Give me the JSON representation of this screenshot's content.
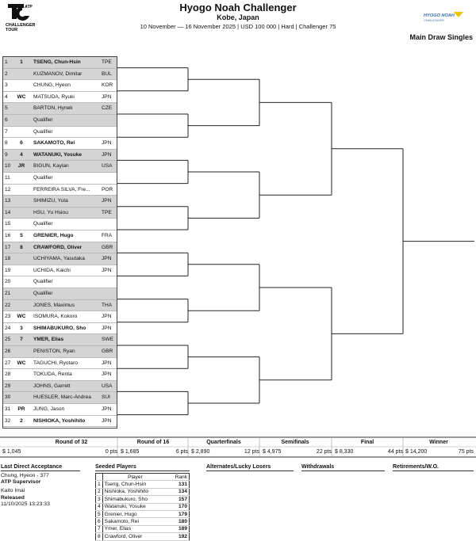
{
  "header": {
    "title": "Hyogo Noah Challenger",
    "city": "Kobe, Japan",
    "info": "10 November — 16 November 2025 | USD 100 000 | Hard | Challenger 75",
    "logo_text": "ATP CHALLENGER TOUR",
    "sponsor_text": "HYOGO NOAH CHALLENGER",
    "draw_type": "Main Draw Singles"
  },
  "draw": [
    {
      "n": "1",
      "tag": "1",
      "name": "TSENG, Chun-Hsin",
      "c": "TPE",
      "bold": true,
      "shade": true
    },
    {
      "n": "2",
      "tag": "",
      "name": "KUZMANOV, Dimitar",
      "c": "BUL",
      "bold": false,
      "shade": true
    },
    {
      "n": "3",
      "tag": "",
      "name": "CHUNG, Hyeon",
      "c": "KOR",
      "bold": false,
      "shade": false
    },
    {
      "n": "4",
      "tag": "WC",
      "name": "MATSUDA, Ryuki",
      "c": "JPN",
      "bold": false,
      "shade": false
    },
    {
      "n": "5",
      "tag": "",
      "name": "BARTON, Hynek",
      "c": "CZE",
      "bold": false,
      "shade": true
    },
    {
      "n": "6",
      "tag": "",
      "name": "Qualifier",
      "c": "",
      "bold": false,
      "shade": true
    },
    {
      "n": "7",
      "tag": "",
      "name": "Qualifier",
      "c": "",
      "bold": false,
      "shade": false
    },
    {
      "n": "8",
      "tag": "6",
      "name": "SAKAMOTO, Rei",
      "c": "JPN",
      "bold": true,
      "shade": false
    },
    {
      "n": "9",
      "tag": "4",
      "name": "WATANUKI, Yosuke",
      "c": "JPN",
      "bold": true,
      "shade": true
    },
    {
      "n": "10",
      "tag": "JR",
      "name": "BIGUN, Kaylan",
      "c": "USA",
      "bold": false,
      "shade": true
    },
    {
      "n": "11",
      "tag": "",
      "name": "Qualifier",
      "c": "",
      "bold": false,
      "shade": false
    },
    {
      "n": "12",
      "tag": "",
      "name": "FERREIRA SILVA, Fre...",
      "c": "POR",
      "bold": false,
      "shade": false
    },
    {
      "n": "13",
      "tag": "",
      "name": "SHIMIZU, Yuta",
      "c": "JPN",
      "bold": false,
      "shade": true
    },
    {
      "n": "14",
      "tag": "",
      "name": "HSU, Yu Hsiou",
      "c": "TPE",
      "bold": false,
      "shade": true
    },
    {
      "n": "15",
      "tag": "",
      "name": "Qualifier",
      "c": "",
      "bold": false,
      "shade": false
    },
    {
      "n": "16",
      "tag": "5",
      "name": "GRENIER, Hugo",
      "c": "FRA",
      "bold": true,
      "shade": false
    },
    {
      "n": "17",
      "tag": "8",
      "name": "CRAWFORD, Oliver",
      "c": "GBR",
      "bold": true,
      "shade": true
    },
    {
      "n": "18",
      "tag": "",
      "name": "UCHIYAMA, Yasutaka",
      "c": "JPN",
      "bold": false,
      "shade": true
    },
    {
      "n": "19",
      "tag": "",
      "name": "UCHIDA, Kaichi",
      "c": "JPN",
      "bold": false,
      "shade": false
    },
    {
      "n": "20",
      "tag": "",
      "name": "Qualifier",
      "c": "",
      "bold": false,
      "shade": false
    },
    {
      "n": "21",
      "tag": "",
      "name": "Qualifier",
      "c": "",
      "bold": false,
      "shade": true
    },
    {
      "n": "22",
      "tag": "",
      "name": "JONES, Maximus",
      "c": "THA",
      "bold": false,
      "shade": true
    },
    {
      "n": "23",
      "tag": "WC",
      "name": "ISOMURA, Kokoro",
      "c": "JPN",
      "bold": false,
      "shade": false
    },
    {
      "n": "24",
      "tag": "3",
      "name": "SHIMABUKURO, Sho",
      "c": "JPN",
      "bold": true,
      "shade": false
    },
    {
      "n": "25",
      "tag": "7",
      "name": "YMER, Elias",
      "c": "SWE",
      "bold": true,
      "shade": true
    },
    {
      "n": "26",
      "tag": "",
      "name": "PENISTON, Ryan",
      "c": "GBR",
      "bold": false,
      "shade": true
    },
    {
      "n": "27",
      "tag": "WC",
      "name": "TAGUCHI, Ryotaro",
      "c": "JPN",
      "bold": false,
      "shade": false
    },
    {
      "n": "28",
      "tag": "",
      "name": "TOKUDA, Renta",
      "c": "JPN",
      "bold": false,
      "shade": false
    },
    {
      "n": "29",
      "tag": "",
      "name": "JOHNS, Garrett",
      "c": "USA",
      "bold": false,
      "shade": true
    },
    {
      "n": "30",
      "tag": "",
      "name": "HUESLER, Marc-Andrea",
      "c": "SUI",
      "bold": false,
      "shade": true
    },
    {
      "n": "31",
      "tag": "PR",
      "name": "JUNG, Jason",
      "c": "JPN",
      "bold": false,
      "shade": false
    },
    {
      "n": "32",
      "tag": "2",
      "name": "NISHIOKA, Yoshihito",
      "c": "JPN",
      "bold": true,
      "shade": false
    }
  ],
  "rounds": [
    {
      "label": "Round of 32",
      "money": "$ 1,045",
      "pts": "0 pts"
    },
    {
      "label": "Round of 16",
      "money": "$ 1,685",
      "pts": "6 pts"
    },
    {
      "label": "Quarterfinals",
      "money": "$ 2,890",
      "pts": "12 pts"
    },
    {
      "label": "Semifinals",
      "money": "$ 4,975",
      "pts": "22 pts"
    },
    {
      "label": "Final",
      "money": "$ 8,330",
      "pts": "44 pts"
    },
    {
      "label": "Winner",
      "money": "$ 14,200",
      "pts": "75 pts"
    }
  ],
  "footer": {
    "lda_heading": "Last Direct Acceptance",
    "lda_value": "Chung, Hyeon - 377",
    "sup_heading": "ATP Supervisor",
    "sup_value": "Kaito Imai",
    "released_heading": "Released",
    "released_value": "11/10/2025 13:23:33",
    "seeded_heading": "Seeded Players",
    "seeded_col_player": "Player",
    "seeded_col_rank": "Rank",
    "seeded": [
      {
        "n": "1",
        "name": "Tseng, Chun-Hsin",
        "rank": "131"
      },
      {
        "n": "2",
        "name": "Nishioka, Yoshihito",
        "rank": "134"
      },
      {
        "n": "3",
        "name": "Shimabukuro, Sho",
        "rank": "157"
      },
      {
        "n": "4",
        "name": "Watanuki, Yosuke",
        "rank": "170"
      },
      {
        "n": "5",
        "name": "Grenier, Hugo",
        "rank": "179"
      },
      {
        "n": "6",
        "name": "Sakamoto, Rei",
        "rank": "180"
      },
      {
        "n": "7",
        "name": "Ymer, Elias",
        "rank": "189"
      },
      {
        "n": "8",
        "name": "Crawford, Oliver",
        "rank": "192"
      }
    ],
    "alternates_heading": "Alternates/Lucky Losers",
    "withdrawals_heading": "Withdrawals",
    "retirements_heading": "Retirements/W.O."
  }
}
